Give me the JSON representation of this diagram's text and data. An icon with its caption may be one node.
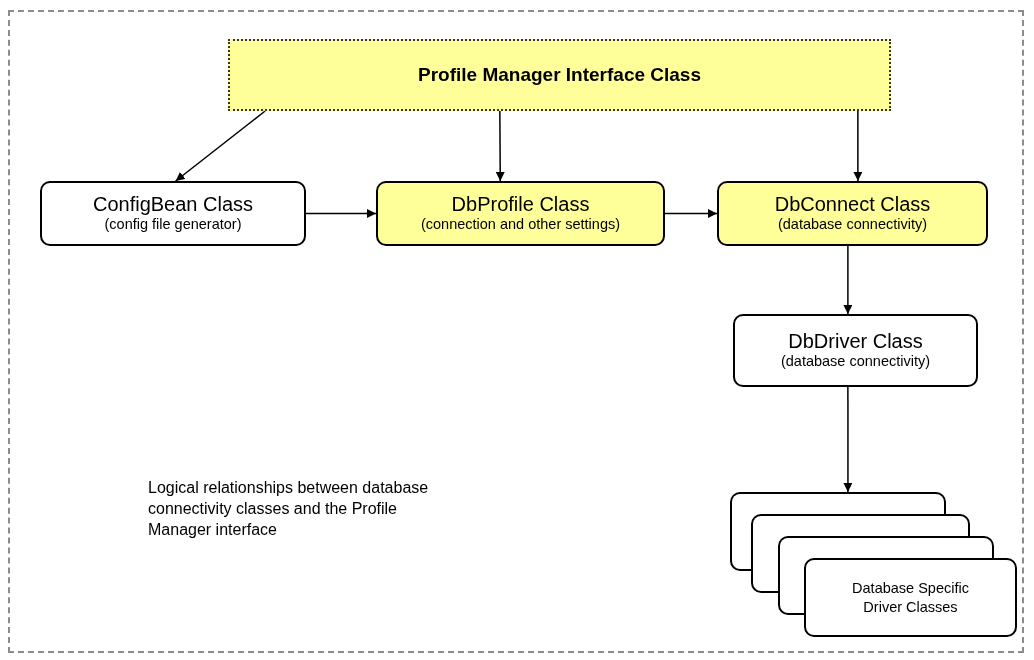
{
  "diagram": {
    "caption": "Logical relationships between database connectivity classes and the Profile Manager interface",
    "nodes": [
      {
        "text": [
          "Profile Manager Interface Class"
        ]
      },
      {
        "text": [
          "ConfigBean Class",
          "(config file generator)"
        ]
      },
      {
        "text": [
          "DbProfile Class",
          "(connection and other settings)"
        ]
      },
      {
        "text": [
          "DbConnect Class",
          "(database connectivity)"
        ]
      },
      {
        "text": [
          "DbDriver Class",
          "(database connectivity)"
        ]
      },
      {
        "text": [],
        "shape": "box"
      },
      {
        "text": [],
        "shape": "box"
      },
      {
        "text": [],
        "shape": "box"
      },
      {
        "text": [
          "Database Specific Driver Classes"
        ]
      }
    ],
    "edges": [
      {
        "from": 0,
        "to": 1,
        "arrow": "to"
      },
      {
        "from": 0,
        "to": 2,
        "arrow": "to"
      },
      {
        "from": 0,
        "to": 3,
        "arrow": "to"
      },
      {
        "from": 1,
        "to": 2,
        "arrow": "to"
      },
      {
        "from": 2,
        "to": 3,
        "arrow": "to"
      },
      {
        "from": 3,
        "to": 4,
        "arrow": "to"
      },
      {
        "from": 4,
        "to": 5,
        "arrow": "to"
      }
    ]
  }
}
